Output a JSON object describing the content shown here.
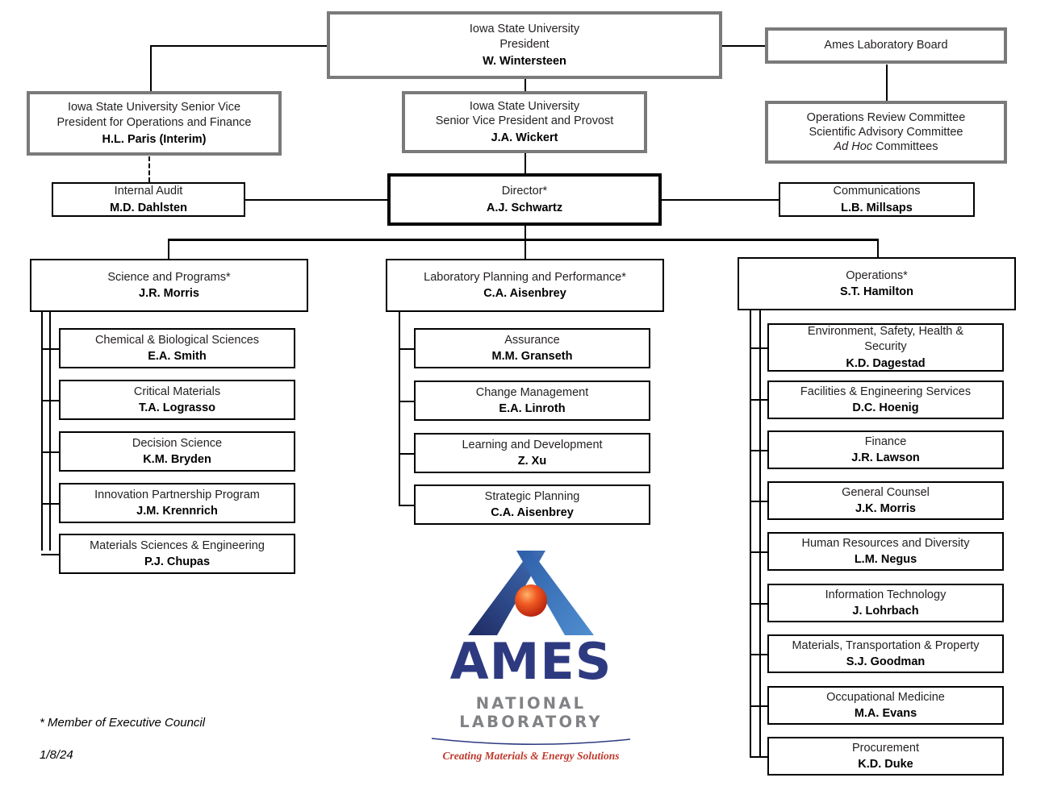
{
  "chart": {
    "title_note": "* Member of Executive Council",
    "date": "1/8/24"
  },
  "top": {
    "president": {
      "title": "Iowa State University\nPresident",
      "person": "W. Wintersteen"
    },
    "board": {
      "title": "Ames Laboratory Board",
      "person": ""
    },
    "svp_ops_finance": {
      "title": "Iowa State University Senior Vice\nPresident for Operations and Finance",
      "person": "H.L. Paris (Interim)"
    },
    "svp_provost": {
      "title": "Iowa State University\nSenior Vice President and Provost",
      "person": "J.A. Wickert"
    },
    "committees": {
      "line1": "Operations Review Committee",
      "line2": "Scientific Advisory Committee",
      "line3_italic": "Ad Hoc",
      "line3_rest": " Committees"
    }
  },
  "director_row": {
    "internal_audit": {
      "title": "Internal Audit",
      "person": "M.D. Dahlsten"
    },
    "director": {
      "title": "Director*",
      "person": "A.J. Schwartz"
    },
    "communications": {
      "title": "Communications",
      "person": "L.B. Millsaps"
    }
  },
  "divisions": [
    {
      "key": "science",
      "header": {
        "title": "Science and Programs*",
        "person": "J.R. Morris"
      },
      "children": [
        {
          "title": "Chemical & Biological Sciences",
          "person": "E.A. Smith"
        },
        {
          "title": "Critical Materials",
          "person": "T.A. Lograsso"
        },
        {
          "title": "Decision Science",
          "person": "K.M. Bryden"
        },
        {
          "title": "Innovation Partnership Program",
          "person": "J.M. Krennrich"
        },
        {
          "title": "Materials Sciences & Engineering",
          "person": "P.J. Chupas"
        }
      ]
    },
    {
      "key": "planning",
      "header": {
        "title": "Laboratory Planning and Performance*",
        "person": "C.A. Aisenbrey"
      },
      "children": [
        {
          "title": "Assurance",
          "person": "M.M. Granseth"
        },
        {
          "title": "Change Management",
          "person": "E.A. Linroth"
        },
        {
          "title": "Learning and Development",
          "person": "Z. Xu"
        },
        {
          "title": "Strategic Planning",
          "person": "C.A. Aisenbrey"
        }
      ]
    },
    {
      "key": "operations",
      "header": {
        "title": "Operations*",
        "person": "S.T. Hamilton"
      },
      "children": [
        {
          "title": "Environment, Safety, Health &\nSecurity",
          "person": "K.D. Dagestad"
        },
        {
          "title": "Facilities & Engineering Services",
          "person": "D.C. Hoenig"
        },
        {
          "title": "Finance",
          "person": "J.R. Lawson"
        },
        {
          "title": "General Counsel",
          "person": "J.K. Morris"
        },
        {
          "title": "Human Resources and Diversity",
          "person": "L.M. Negus"
        },
        {
          "title": "Information Technology",
          "person": "J. Lohrbach"
        },
        {
          "title": "Materials, Transportation & Property",
          "person": "S.J. Goodman"
        },
        {
          "title": "Occupational Medicine",
          "person": "M.A. Evans"
        },
        {
          "title": "Procurement",
          "person": "K.D. Duke"
        }
      ]
    }
  ],
  "logo": {
    "wordmark": "AMES",
    "sub": "NATIONAL LABORATORY",
    "tagline": "Creating Materials & Energy Solutions",
    "colors": {
      "chevron_dark": "#2e3a80",
      "chevron_light": "#3d7cc9",
      "sphere": "#e8421f",
      "wordmark": "#2e3a80",
      "sub": "#808285",
      "tagline": "#c0392b"
    }
  },
  "style": {
    "gray_border": "#7a7a7a",
    "black_border": "#000000"
  }
}
